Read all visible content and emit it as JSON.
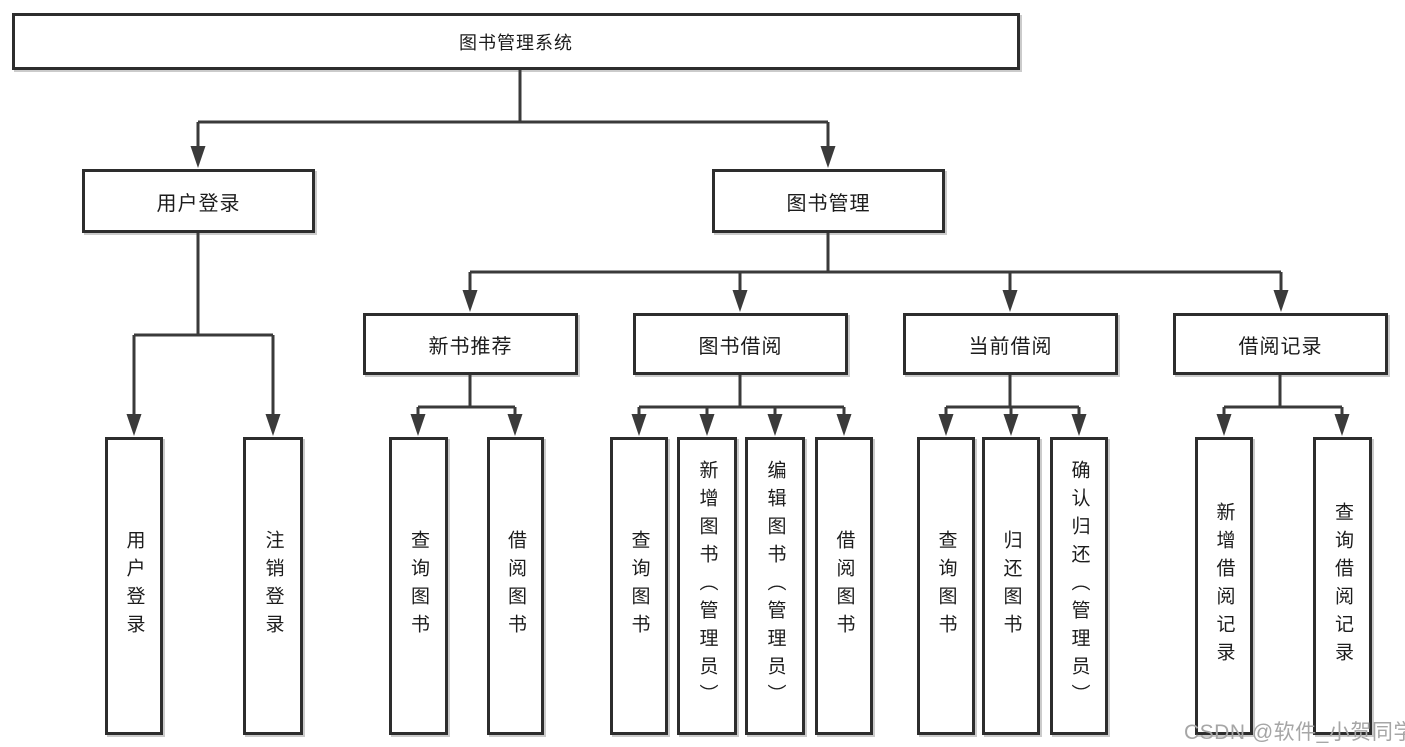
{
  "diagram": {
    "type": "tree",
    "root": {
      "label": "图书管理系统",
      "children": [
        {
          "label": "用户登录",
          "children": [
            {
              "label": "用户登录"
            },
            {
              "label": "注销登录"
            }
          ]
        },
        {
          "label": "图书管理",
          "children": [
            {
              "label": "新书推荐",
              "children": [
                {
                  "label": "查询图书"
                },
                {
                  "label": "借阅图书"
                }
              ]
            },
            {
              "label": "图书借阅",
              "children": [
                {
                  "label": "查询图书"
                },
                {
                  "label": "新增图书（管理员）"
                },
                {
                  "label": "编辑图书（管理员）"
                },
                {
                  "label": "借阅图书"
                }
              ]
            },
            {
              "label": "当前借阅",
              "children": [
                {
                  "label": "查询图书"
                },
                {
                  "label": "归还图书"
                },
                {
                  "label": "确认归还（管理员）"
                }
              ]
            },
            {
              "label": "借阅记录",
              "children": [
                {
                  "label": "新增借阅记录"
                },
                {
                  "label": "查询借阅记录"
                }
              ]
            }
          ]
        }
      ]
    }
  },
  "watermark": {
    "text": "CSDN @软件_小贺同学"
  },
  "colors": {
    "line": "#3a3a3a",
    "box_border": "#2d2d2d",
    "text": "#1c1c1c",
    "watermark": "#a6a6a6",
    "background": "#ffffff"
  }
}
